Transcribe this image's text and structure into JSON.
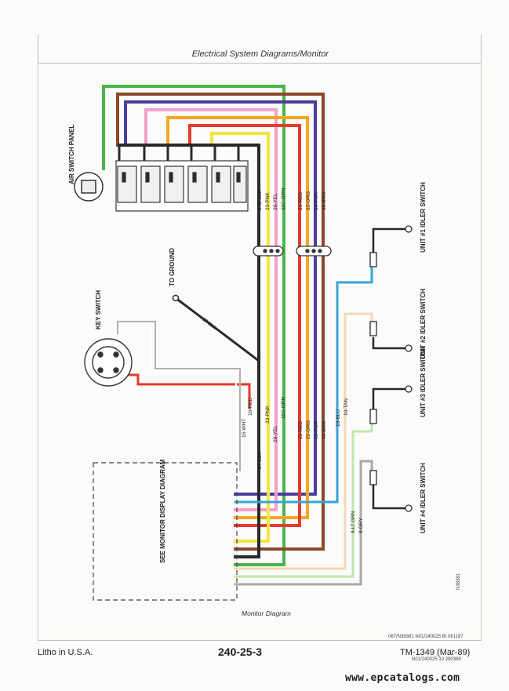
{
  "header": {
    "title": "Electrical System Diagrams/Monitor"
  },
  "components": {
    "air_switch_panel": "AIR SWITCH PANEL",
    "key_switch": "KEY SWITCH",
    "to_ground": "TO GROUND",
    "monitor_box": "SEE MONITOR DISPLAY DIAGRAM",
    "idler1": "UNIT #1 IDLER SWITCH",
    "idler2": "UNIT #2 IDLER SWITCH",
    "idler3": "UNIT #3 IDLER SWITCH",
    "idler4": "UNIT #4 IDLER SWITCH"
  },
  "upper_labels": [
    "27B-BLK",
    "23-PNK",
    "20-YEL",
    "11C-GRN",
    "21-RED",
    "22-ORG",
    "16-PUR",
    "19-BRN"
  ],
  "lower_labels": [
    "15-WHT",
    "16-RED",
    "27-BLK",
    "23-PNK",
    "20-YEL",
    "11C-GRN",
    "21-RED",
    "22-ORG",
    "15-PUR",
    "19-BRN",
    "13-BLU",
    "10-TAN",
    "9-LT.GRN",
    "8-GRY"
  ],
  "ground_wire_label": "27-BLK",
  "caption": "Monitor Diagram",
  "side_code": "N38381",
  "fine_print": [
    "067/N38381 N01/240025 BI 061187",
    "N01/240025 10 290389"
  ],
  "footer": {
    "left": "Litho in U.S.A.",
    "center": "240-25-3",
    "right": "TM-1349 (Mar-89)",
    "watermark": "www.epcatalogs.com"
  },
  "colors": {
    "green": "#4bb54b",
    "brown": "#8a4a2a",
    "purple": "#4a3fa0",
    "pink": "#f2a0c8",
    "orange": "#f5a623",
    "red": "#e33b2e",
    "yellow": "#f2e641",
    "black": "#2a2a2a",
    "blue": "#3aa3d8",
    "tan": "#f3d9b5",
    "light_green": "#bfe8a6",
    "gray": "#a8a8a8"
  }
}
